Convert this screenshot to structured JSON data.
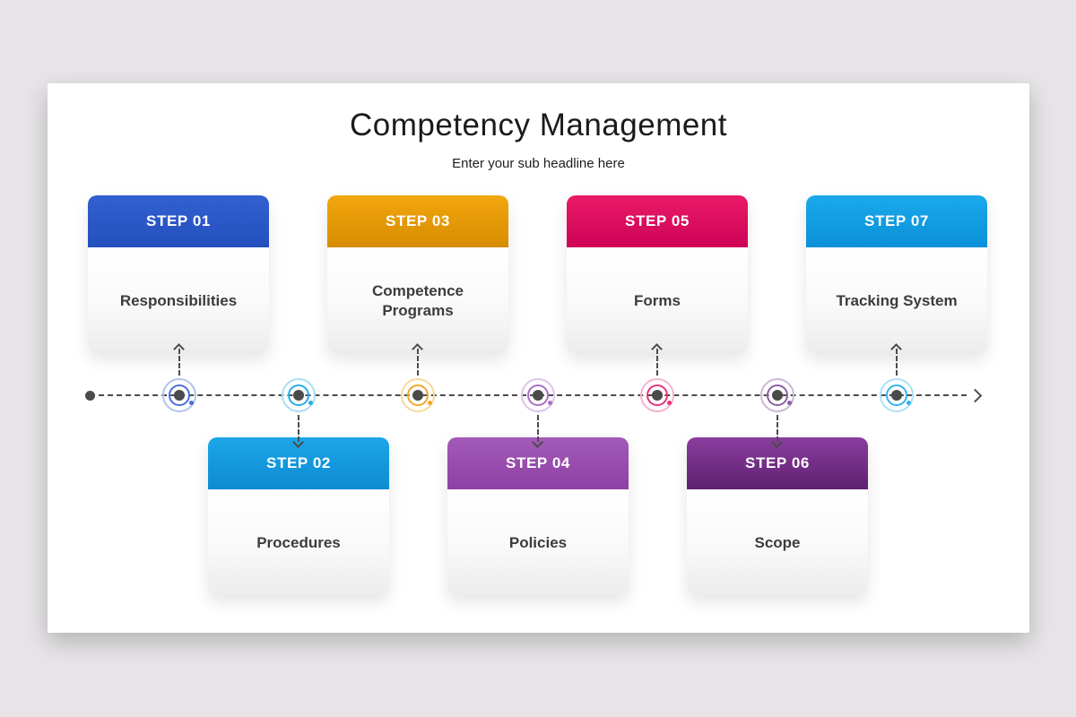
{
  "header": {
    "title": "Competency Management",
    "subtitle": "Enter your sub headline here"
  },
  "colors": {
    "page_background": "#e6e4e6",
    "slide_background": "#ffffff",
    "timeline": "#4c4c4c",
    "body_text": "#3c3c3c"
  },
  "steps": [
    {
      "label": "STEP 01",
      "text": "Responsibilities",
      "position": "top",
      "colors": {
        "header_top": "#3260cf",
        "header_bottom": "#2350bd",
        "ring": "#4a6fd8",
        "ring_light": "#b3c3ee"
      }
    },
    {
      "label": "STEP 02",
      "text": "Procedures",
      "position": "bottom",
      "colors": {
        "header_top": "#1ca6e8",
        "header_bottom": "#0d8bd2",
        "ring": "#2aabe8",
        "ring_light": "#a8def5"
      }
    },
    {
      "label": "STEP 03",
      "text": "Competence Programs",
      "position": "top",
      "colors": {
        "header_top": "#f2a70e",
        "header_bottom": "#d78c00",
        "ring": "#f0a826",
        "ring_light": "#f8d99a"
      }
    },
    {
      "label": "STEP 04",
      "text": "Policies",
      "position": "bottom",
      "colors": {
        "header_top": "#a35ab8",
        "header_bottom": "#8d41a4",
        "ring": "#a86fc8",
        "ring_light": "#ddc3ea"
      }
    },
    {
      "label": "STEP 05",
      "text": "Forms",
      "position": "top",
      "colors": {
        "header_top": "#e91a67",
        "header_bottom": "#ce0356",
        "ring": "#e8337c",
        "ring_light": "#f5b3cd"
      }
    },
    {
      "label": "STEP 06",
      "text": "Scope",
      "position": "bottom",
      "colors": {
        "header_top": "#8a3d9e",
        "header_bottom": "#5f2170",
        "ring": "#8a5fa2",
        "ring_light": "#cdb6d8"
      }
    },
    {
      "label": "STEP 07",
      "text": "Tracking System",
      "position": "top",
      "colors": {
        "header_top": "#1ba9ec",
        "header_bottom": "#0a90d8",
        "ring": "#33b4ee",
        "ring_light": "#ade0f8"
      }
    }
  ]
}
